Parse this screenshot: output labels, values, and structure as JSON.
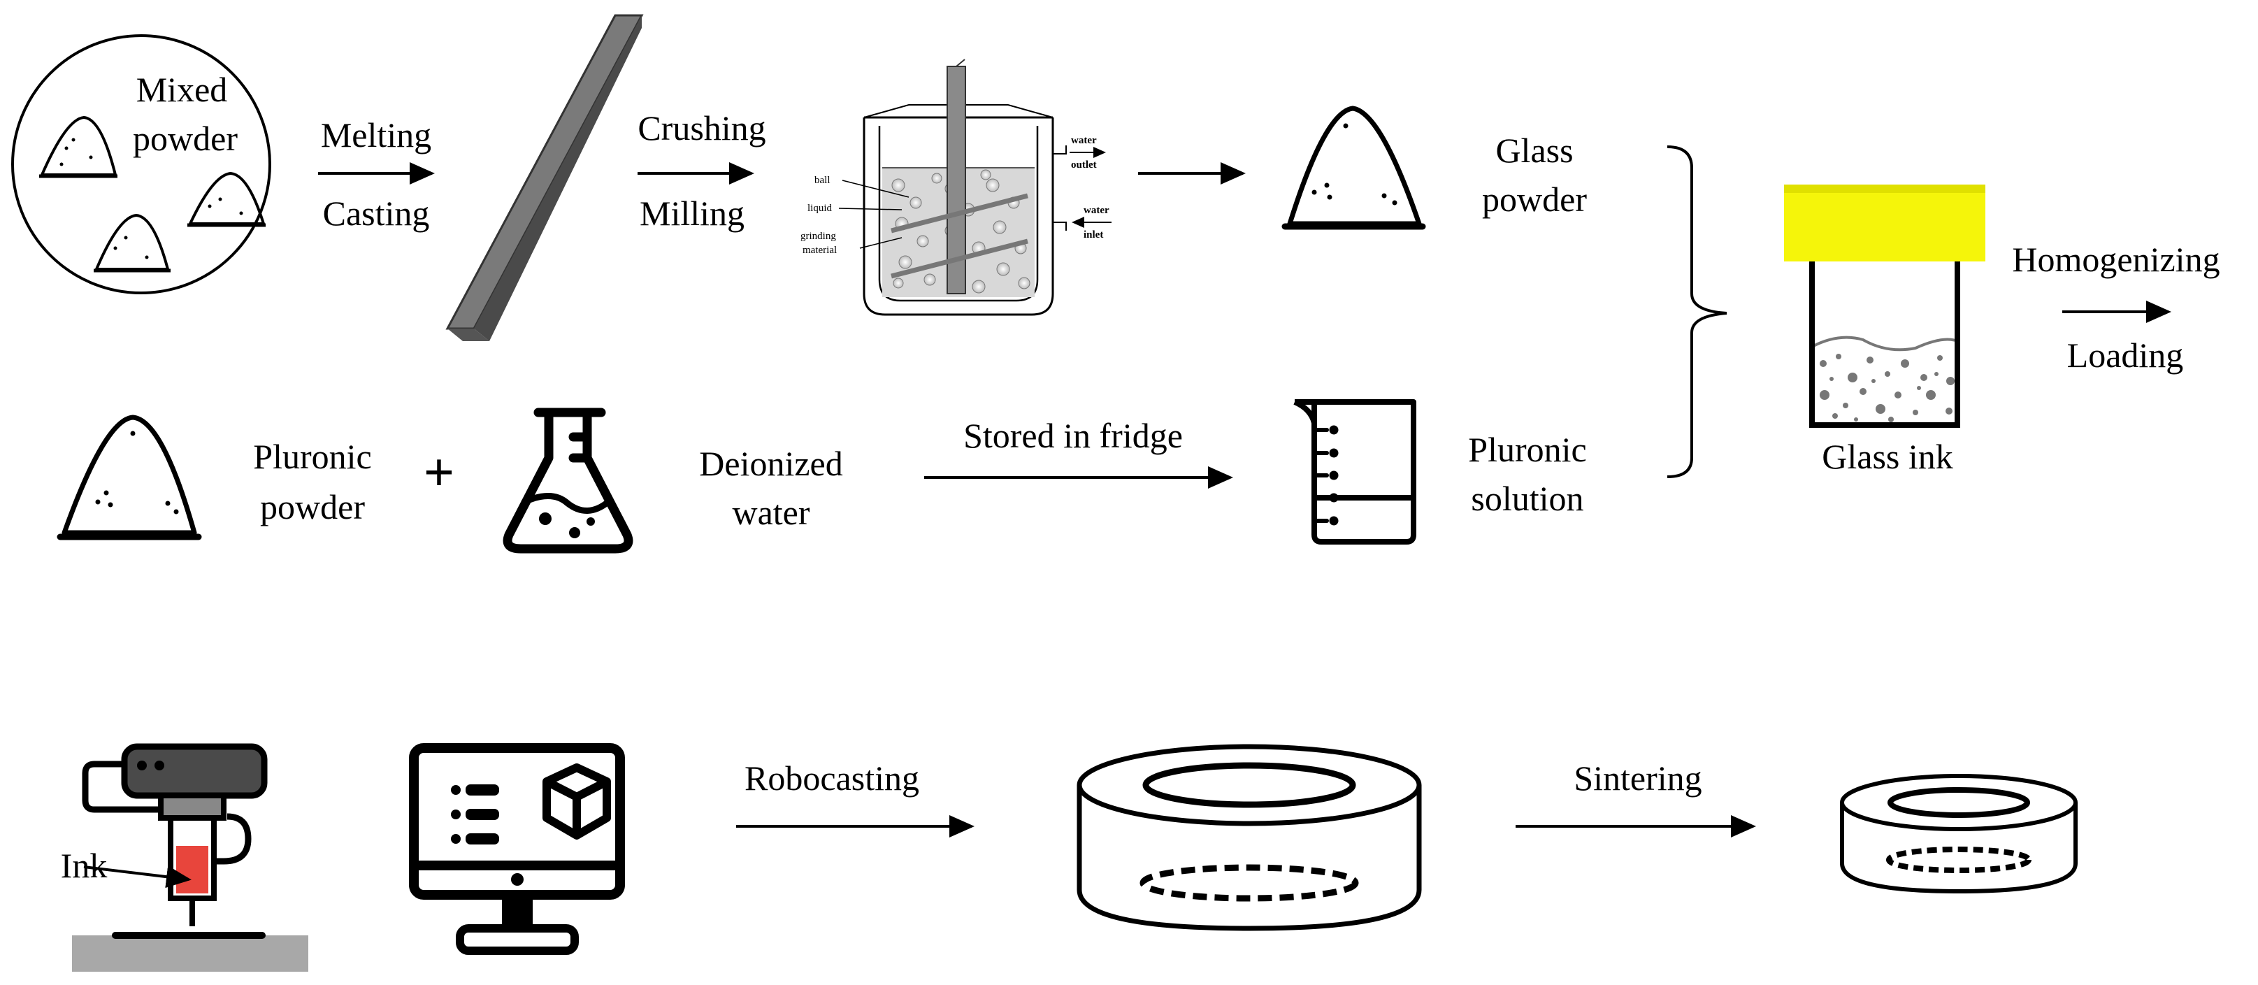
{
  "row1": {
    "mixed_powder": [
      "Mixed",
      "powder"
    ],
    "step_melting": [
      "Melting",
      "Casting"
    ],
    "step_crushing": [
      "Crushing",
      "Milling"
    ],
    "mill_labels": {
      "ball": "ball",
      "liquid": "liquid",
      "grinding": [
        "grinding",
        "material"
      ],
      "water_outlet": [
        "water",
        "outlet"
      ],
      "water_inlet": [
        "water",
        "inlet"
      ]
    },
    "glass_powder": [
      "Glass",
      "powder"
    ]
  },
  "row2": {
    "pluronic_powder": [
      "Pluronic",
      "powder"
    ],
    "plus": "+",
    "deionized_water": [
      "Deionized",
      "water"
    ],
    "stored": "Stored in fridge",
    "pluronic_solution": [
      "Pluronic",
      "solution"
    ]
  },
  "ink": {
    "glass_ink": "Glass ink",
    "homogenizing": "Homogenizing",
    "loading": "Loading",
    "cap_color": "#f5f50a"
  },
  "row3": {
    "ink_label": "Ink",
    "robocasting": "Robocasting",
    "sintering": "Sintering",
    "ink_color": "#e8453c"
  }
}
